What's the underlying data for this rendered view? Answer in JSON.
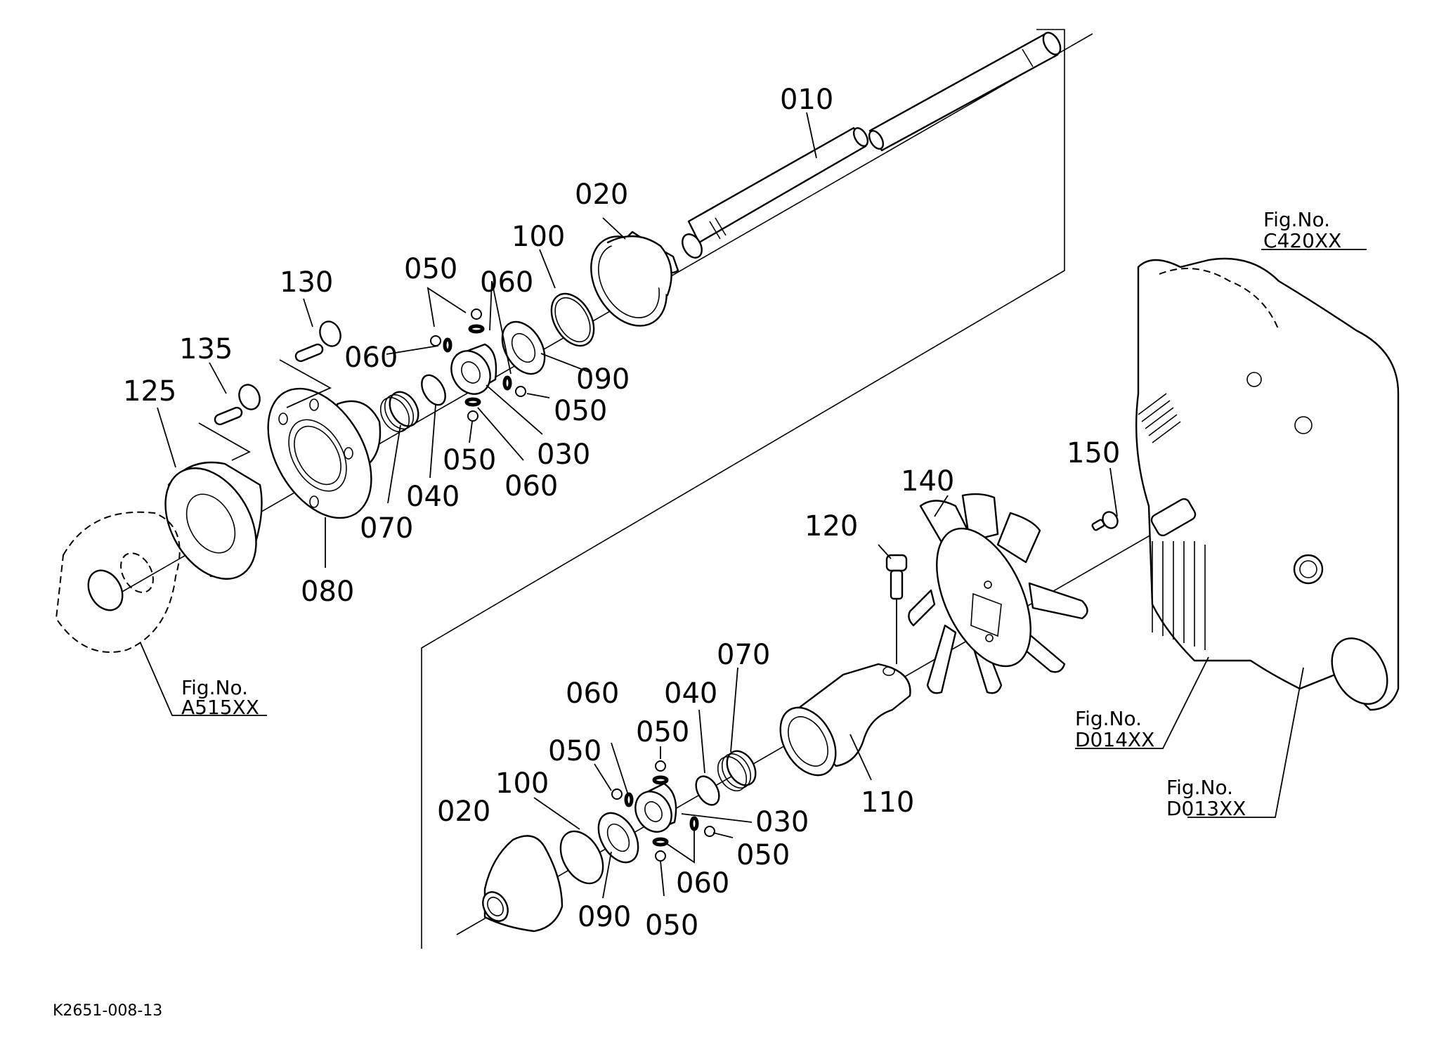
{
  "diagram": {
    "title_code": "K2651-008-13",
    "upper_assembly": {
      "labels": {
        "p010": "010",
        "p020": "020",
        "p100": "100",
        "p050a": "050",
        "p060a": "060",
        "p060b": "060",
        "p090": "090",
        "p050b": "050",
        "p030": "030",
        "p050c": "050",
        "p060c": "060",
        "p040": "040",
        "p070": "070",
        "p080": "080",
        "p130": "130",
        "p135": "135",
        "p125": "125"
      }
    },
    "lower_assembly": {
      "labels": {
        "p140": "140",
        "p150": "150",
        "p120": "120",
        "p070": "070",
        "p040": "040",
        "p060a": "060",
        "p050a": "050",
        "p050b": "050",
        "p100": "100",
        "p020": "020",
        "p030": "030",
        "p050c": "050",
        "p060b": "060",
        "p090": "090",
        "p050d": "050",
        "p110": "110"
      }
    },
    "references": [
      {
        "caption": "Fig.No.",
        "code": "A515XX"
      },
      {
        "caption": "Fig.No.",
        "code": "C420XX"
      },
      {
        "caption": "Fig.No.",
        "code": "D014XX"
      },
      {
        "caption": "Fig.No.",
        "code": "D013XX"
      }
    ]
  }
}
